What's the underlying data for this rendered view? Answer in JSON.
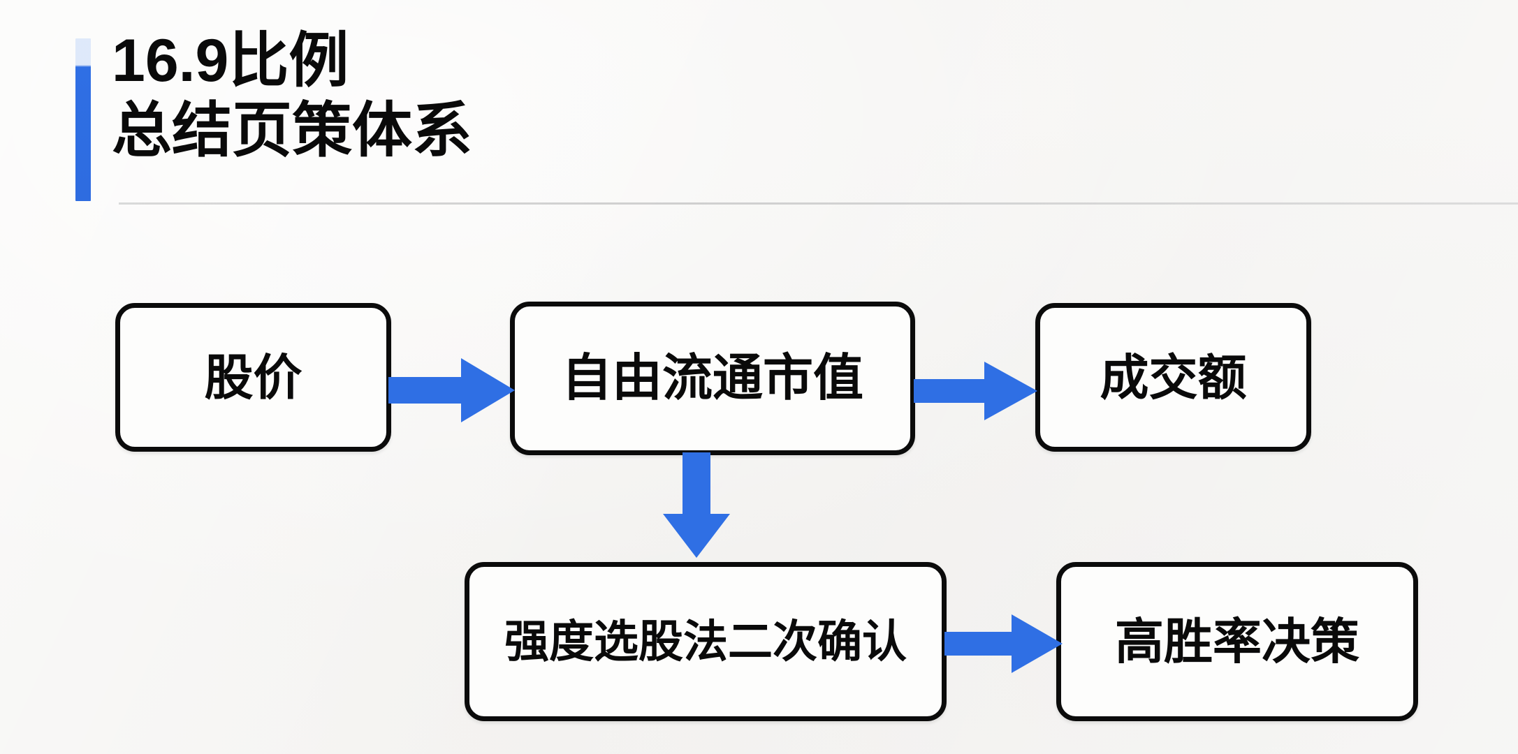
{
  "header": {
    "accent_color": "#2f6fe4",
    "title_line_1": "16.9比例",
    "title_line_2": "总结页策体系"
  },
  "diagram": {
    "type": "flowchart",
    "node_border_color": "#0b0b0b",
    "arrow_color": "#2f6fe4",
    "nodes": [
      {
        "id": "stock-price",
        "label": "股价"
      },
      {
        "id": "free-float-cap",
        "label": "自由流通市值"
      },
      {
        "id": "turnover",
        "label": "成交额"
      },
      {
        "id": "strength-confirm",
        "label": "强度选股法二次确认"
      },
      {
        "id": "high-winrate",
        "label": "高胜率决策"
      }
    ],
    "edges": [
      {
        "from": "stock-price",
        "to": "free-float-cap",
        "direction": "right"
      },
      {
        "from": "free-float-cap",
        "to": "turnover",
        "direction": "right"
      },
      {
        "from": "free-float-cap",
        "to": "strength-confirm",
        "direction": "down"
      },
      {
        "from": "strength-confirm",
        "to": "high-winrate",
        "direction": "right"
      }
    ]
  }
}
